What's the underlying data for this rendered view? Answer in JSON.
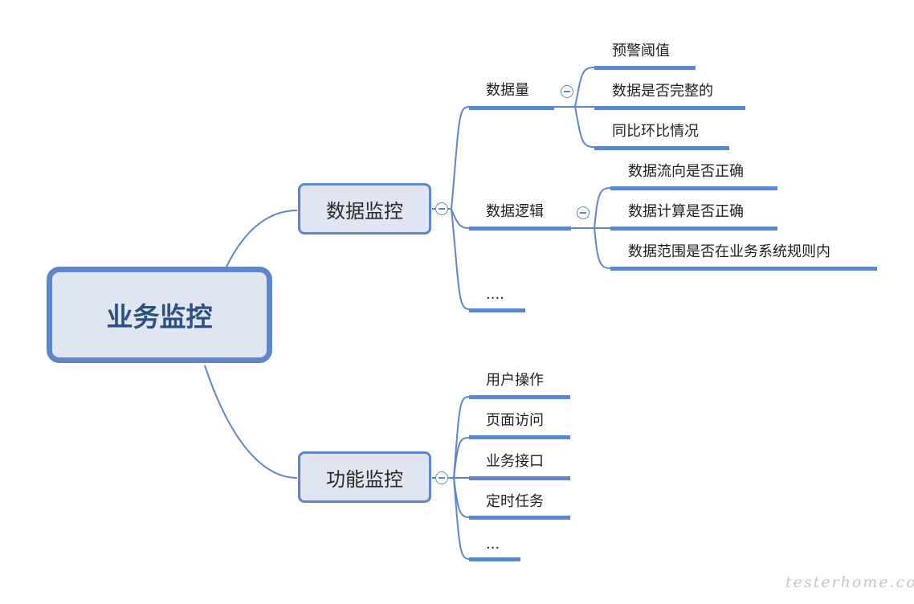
{
  "root": {
    "label": "业务监控"
  },
  "branches": [
    {
      "label": "数据监控",
      "children": [
        {
          "label": "数据量",
          "children": [
            {
              "label": "预警阈值"
            },
            {
              "label": "数据是否完整的"
            },
            {
              "label": "同比环比情况"
            }
          ]
        },
        {
          "label": "数据逻辑",
          "children": [
            {
              "label": "数据流向是否正确"
            },
            {
              "label": "数据计算是否正确"
            },
            {
              "label": "数据范围是否在业务系统规则内"
            }
          ]
        },
        {
          "label": "...."
        }
      ]
    },
    {
      "label": "功能监控",
      "children": [
        {
          "label": "用户操作"
        },
        {
          "label": "页面访问"
        },
        {
          "label": "业务接口"
        },
        {
          "label": "定时任务"
        },
        {
          "label": "..."
        }
      ]
    }
  ],
  "watermark": "testerhome.com",
  "colors": {
    "accent": "#5f87c7",
    "node_fill": "#dfe6f1",
    "root_text": "#2f4f7f"
  }
}
